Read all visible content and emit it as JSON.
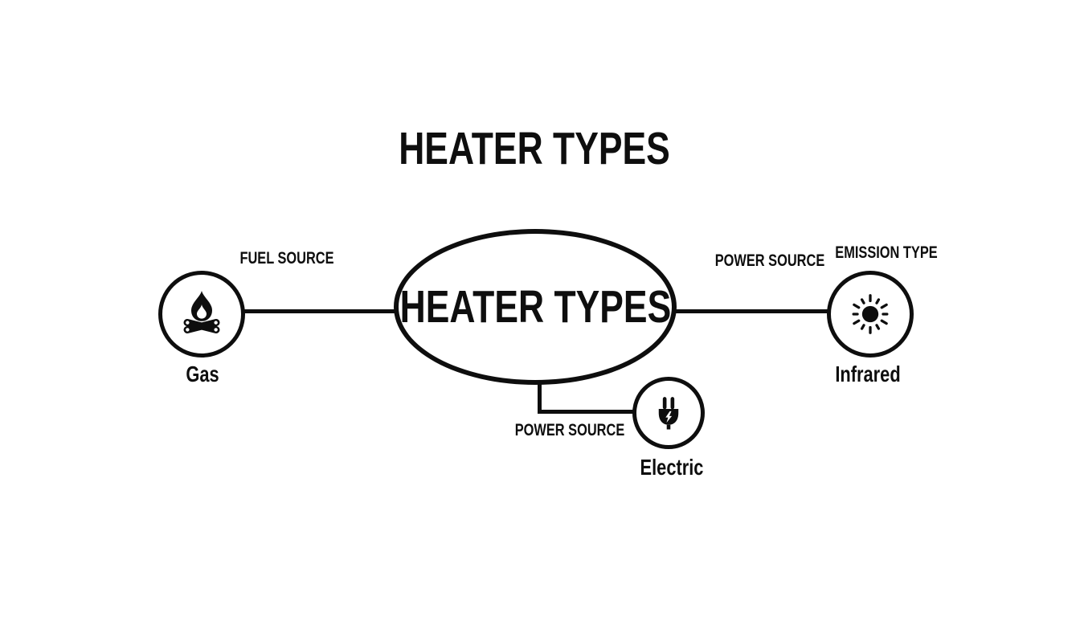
{
  "title": "HEATER TYPES",
  "center_node": {
    "label": "HEATER TYPES"
  },
  "nodes": [
    {
      "id": "gas",
      "label": "Gas",
      "icon": "campfire-icon"
    },
    {
      "id": "infrared",
      "label": "Infrared",
      "icon": "sun-icon"
    },
    {
      "id": "electric",
      "label": "Electric",
      "icon": "plug-icon"
    }
  ],
  "edge_labels": [
    {
      "text": "FUEL SOURCE",
      "edge": "center-gas"
    },
    {
      "text": "POWER SOURCE",
      "edge": "center-infrared"
    },
    {
      "text": "EMISSION TYPE",
      "edge": "center-infrared"
    },
    {
      "text": "POWER SOURCE",
      "edge": "center-electric"
    }
  ],
  "colors": {
    "ink": "#0e0e0e",
    "background": "#ffffff"
  }
}
